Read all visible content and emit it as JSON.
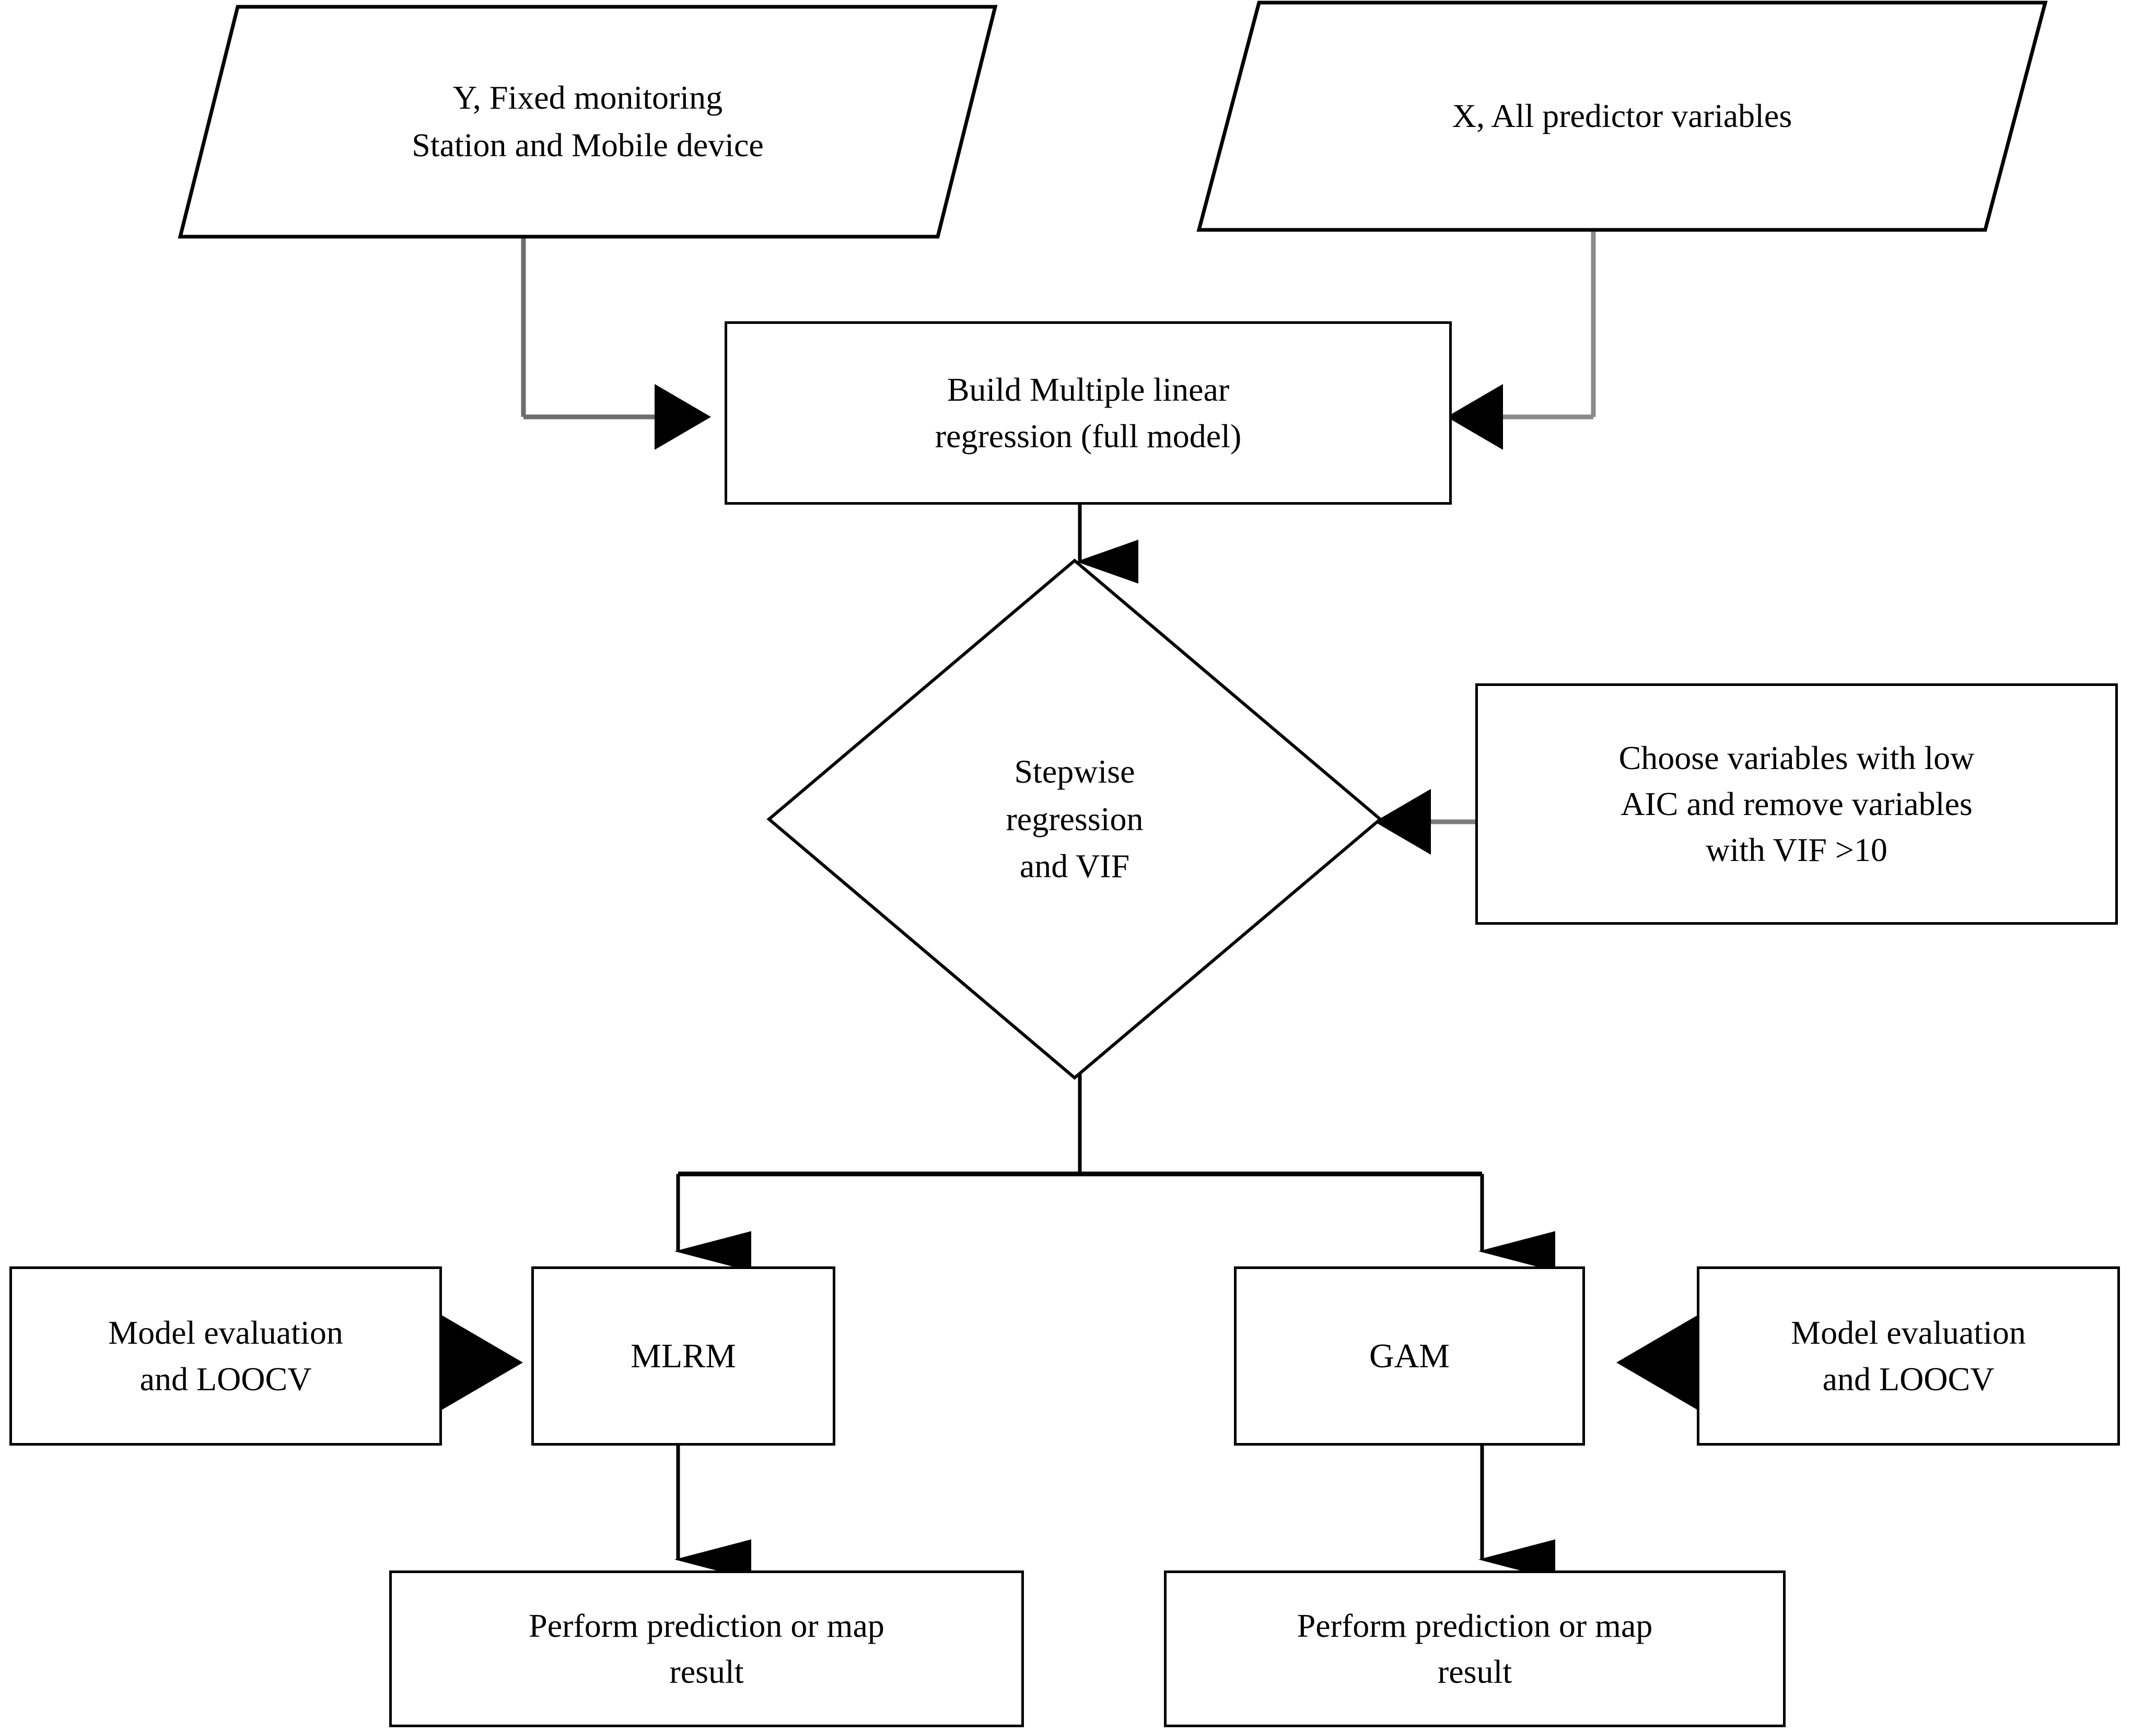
{
  "diagram": {
    "title": "Modeling workflow flowchart",
    "colors": {
      "stroke": "#000000",
      "fill": "#ffffff",
      "arrow_gray": "#7a7a7a",
      "arrow_black": "#000000"
    },
    "nodes": {
      "input_y": {
        "shape": "parallelogram",
        "label": "Y, Fixed monitoring\nStation and Mobile device"
      },
      "input_x": {
        "shape": "parallelogram",
        "label": "X, All predictor variables"
      },
      "build_mlr": {
        "shape": "rectangle",
        "label": "Build Multiple linear\nregression (full model)"
      },
      "stepwise": {
        "shape": "diamond",
        "label": "Stepwise\nregression\nand VIF"
      },
      "choose_vars": {
        "shape": "rectangle",
        "label": "Choose variables with low\nAIC  and remove variables\nwith VIF  >10"
      },
      "eval_left": {
        "shape": "rectangle",
        "label": "Model evaluation\nand LOOCV"
      },
      "mlrm": {
        "shape": "rectangle",
        "label": "MLRM"
      },
      "gam": {
        "shape": "rectangle",
        "label": "GAM"
      },
      "eval_right": {
        "shape": "rectangle",
        "label": "Model evaluation\nand LOOCV"
      },
      "predict_left": {
        "shape": "rectangle",
        "label": "Perform prediction or map\nresult"
      },
      "predict_right": {
        "shape": "rectangle",
        "label": "Perform prediction or map\nresult"
      }
    },
    "edges": [
      {
        "id": "y-to-build",
        "from": "input_y",
        "to": "build_mlr",
        "arrow": "right"
      },
      {
        "id": "x-to-build",
        "from": "input_x",
        "to": "build_mlr",
        "arrow": "left"
      },
      {
        "id": "build-to-stepwise",
        "from": "build_mlr",
        "to": "stepwise",
        "arrow": "down"
      },
      {
        "id": "choose-to-stepwise",
        "from": "choose_vars",
        "to": "stepwise",
        "arrow": "left"
      },
      {
        "id": "stepwise-to-mlrm",
        "from": "stepwise",
        "to": "mlrm",
        "arrow": "down"
      },
      {
        "id": "stepwise-to-gam",
        "from": "stepwise",
        "to": "gam",
        "arrow": "down"
      },
      {
        "id": "evalleft-to-mlrm",
        "from": "eval_left",
        "to": "mlrm",
        "arrow": "right"
      },
      {
        "id": "evalright-to-gam",
        "from": "eval_right",
        "to": "gam",
        "arrow": "left"
      },
      {
        "id": "mlrm-to-predict",
        "from": "mlrm",
        "to": "predict_left",
        "arrow": "down"
      },
      {
        "id": "gam-to-predict",
        "from": "gam",
        "to": "predict_right",
        "arrow": "down"
      }
    ]
  }
}
